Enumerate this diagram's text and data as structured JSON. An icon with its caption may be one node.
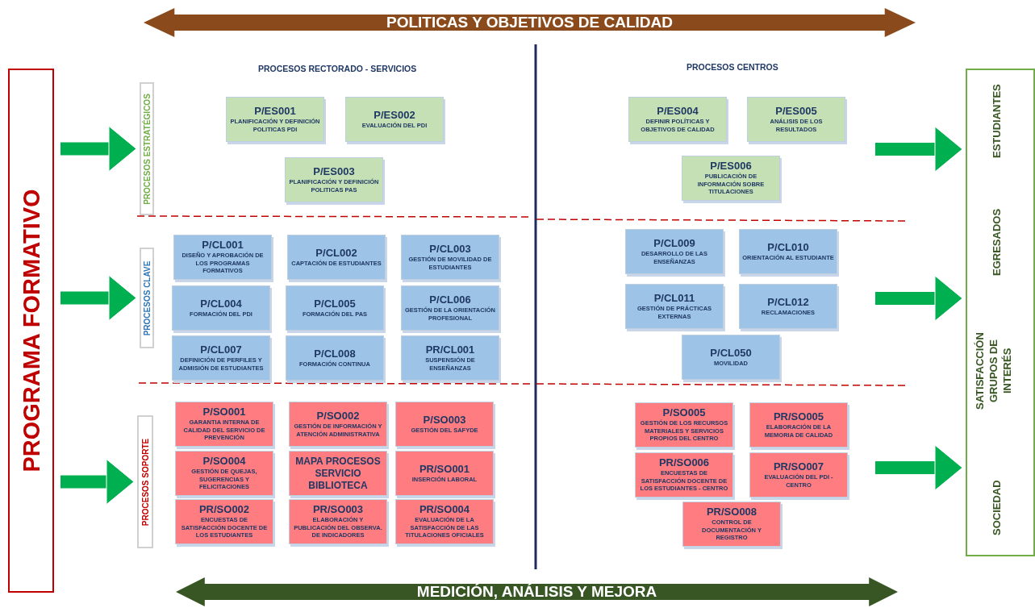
{
  "diagram": {
    "nodes": [
      {
        "text": [
          "POLITICAS Y OBJETIVOS DE CALIDAD"
        ]
      },
      {
        "text": [
          "PROGRAMA FORMATIVO"
        ]
      },
      {
        "text": [
          "PROCESOS ESTRATÉGICOS"
        ]
      },
      {
        "text": [
          "PROCESOS CLAVE"
        ]
      },
      {
        "text": [
          "PROCESOS SOPORTE"
        ]
      },
      {
        "text": [
          "ESTUDIANTES",
          "EGRESADOS",
          "SATISFACCIÓN GRUPOS DE INTERÉS",
          "SOCIEDAD"
        ]
      },
      {
        "text": [
          "P/ES001",
          "PLANIFICACIÓN Y DEFINICIÓN POLITICAS PDI"
        ]
      },
      {
        "text": [
          "P/ES002",
          "EVALUACIÓN DEL PDI"
        ]
      },
      {
        "text": [
          "P/ES003",
          "PLANIFICACIÓN Y DEFINICIÓN POLITICAS PAS"
        ]
      },
      {
        "text": [
          "P/ES004",
          "DEFINIR POLÍTICAS Y OBJETIVOS DE CALIDAD"
        ]
      },
      {
        "text": [
          "P/ES005",
          "ANÁLISIS DE LOS RESULTADOS"
        ]
      },
      {
        "text": [
          "P/ES006",
          "PUBLICACIÒN DE INFORMACIÓN SOBRE TITULACIONES"
        ]
      },
      {
        "text": [
          "P/CL001",
          "DISEÑO Y APROBACIÓN DE LOS PROGRAMAS FORMATIVOS"
        ]
      },
      {
        "text": [
          "P/CL002",
          "CAPTACIÓN DE ESTUDIANTES"
        ]
      },
      {
        "text": [
          "P/CL003",
          "GESTIÓN DE MOVILIDAD DE ESTUDIANTES"
        ]
      },
      {
        "text": [
          "P/CL004",
          "FORMACIÓN DEL PDI"
        ]
      },
      {
        "text": [
          "P/CL005",
          "FORMACIÓN DEL PAS"
        ]
      },
      {
        "text": [
          "P/CL006",
          "GESTIÓN DE LA ORIENTACIÓN PROFESIONAL"
        ]
      },
      {
        "text": [
          "P/CL007",
          "DEFINICIÓN DE PERFILES Y ADMISIÓN DE ESTUDIANTES"
        ]
      },
      {
        "text": [
          "P/CL008",
          "FORMACIÓN CONTINUA"
        ]
      },
      {
        "text": [
          "PR/CL001",
          "SUSPENSIÓN DE ENSEÑANZAS"
        ]
      },
      {
        "text": [
          "P/CL009",
          "DESARROLLO DE LAS ENSEÑANZAS"
        ]
      },
      {
        "text": [
          "P/CL010",
          "ORIENTACIÓN AL ESTUDIANTE"
        ]
      },
      {
        "text": [
          "P/CL011",
          "GESTIÓN DE PRÁCTICAS EXTERNAS"
        ]
      },
      {
        "text": [
          "P/CL012",
          "RECLAMACIONES"
        ]
      },
      {
        "text": [
          "P/CL050",
          "MOVILIDAD"
        ]
      },
      {
        "text": [
          "P/SO001",
          "GARANTIA INTERNA DE CALIDAD DEL SERVICIO DE PREVENCIÓN"
        ]
      },
      {
        "text": [
          "P/SO002",
          "GESTIÓN DE INFORMACIÓN Y ATENCIÓN ADMINISTRATIVA"
        ]
      },
      {
        "text": [
          "P/SO003",
          "GESTIÓN DEL SAFYDE"
        ]
      },
      {
        "text": [
          "P/SO004",
          "GESTIÓN DE QUEJAS, SUGERENCIAS Y FELICITACIONES"
        ]
      },
      {
        "text": [
          "MAPA PROCESOS SERVICIO BIBLIOTECA"
        ]
      },
      {
        "text": [
          "PR/SO001",
          "INSERCIÓN LABORAL"
        ]
      },
      {
        "text": [
          "PR/SO002",
          "ENCUESTAS DE SATISFACCIÓN DOCENTE DE LOS ESTUDIANTES"
        ]
      },
      {
        "text": [
          "PR/SO003",
          "ELABORACIÓN Y PUBLICACIÓN DEL OBSERVA. DE INDICADORES"
        ]
      },
      {
        "text": [
          "PR/SO004",
          "EVALUACIÓN DE LA SATISFACCIÓN DE LAS TITULACIONES OFICIALES"
        ]
      },
      {
        "text": [
          "P/SO005",
          "GESTIÓN DE LOS RECURSOS MATERIALES Y SERVICIOS PROPIOS DEL CENTRO"
        ]
      },
      {
        "text": [
          "PR/SO005",
          "ELABORACIÓN DE LA MEMORIA DE CALIDAD"
        ]
      },
      {
        "text": [
          "PR/SO006",
          "ENCUESTAS DE SATISFACCIÓN DOCENTE DE LOS ESTUDIANTES - CENTRO"
        ]
      },
      {
        "text": [
          "PR/SO007",
          "EVALUACIÓN DEL PDI - CENTRO"
        ]
      },
      {
        "text": [
          "PR/SO008",
          "CONTROL DE DOCUMENTACIÓN Y REGISTRO"
        ]
      },
      {
        "text": [
          "MEDICIÓN, ANÁLISIS Y MEJORA"
        ]
      }
    ],
    "edges": [
      {
        "from": 1,
        "to": 2,
        "arrow": "to"
      },
      {
        "from": 1,
        "to": 3,
        "arrow": "to"
      },
      {
        "from": 1,
        "to": 4,
        "arrow": "to"
      },
      {
        "from": null,
        "to": 5,
        "arrow": "to"
      },
      {
        "from": null,
        "to": 5,
        "arrow": "to"
      },
      {
        "from": null,
        "to": 5,
        "arrow": "to"
      }
    ],
    "labels": [
      "PROCESOS RECTORADO - SERVICIOS",
      "PROCESOS CENTROS"
    ]
  }
}
